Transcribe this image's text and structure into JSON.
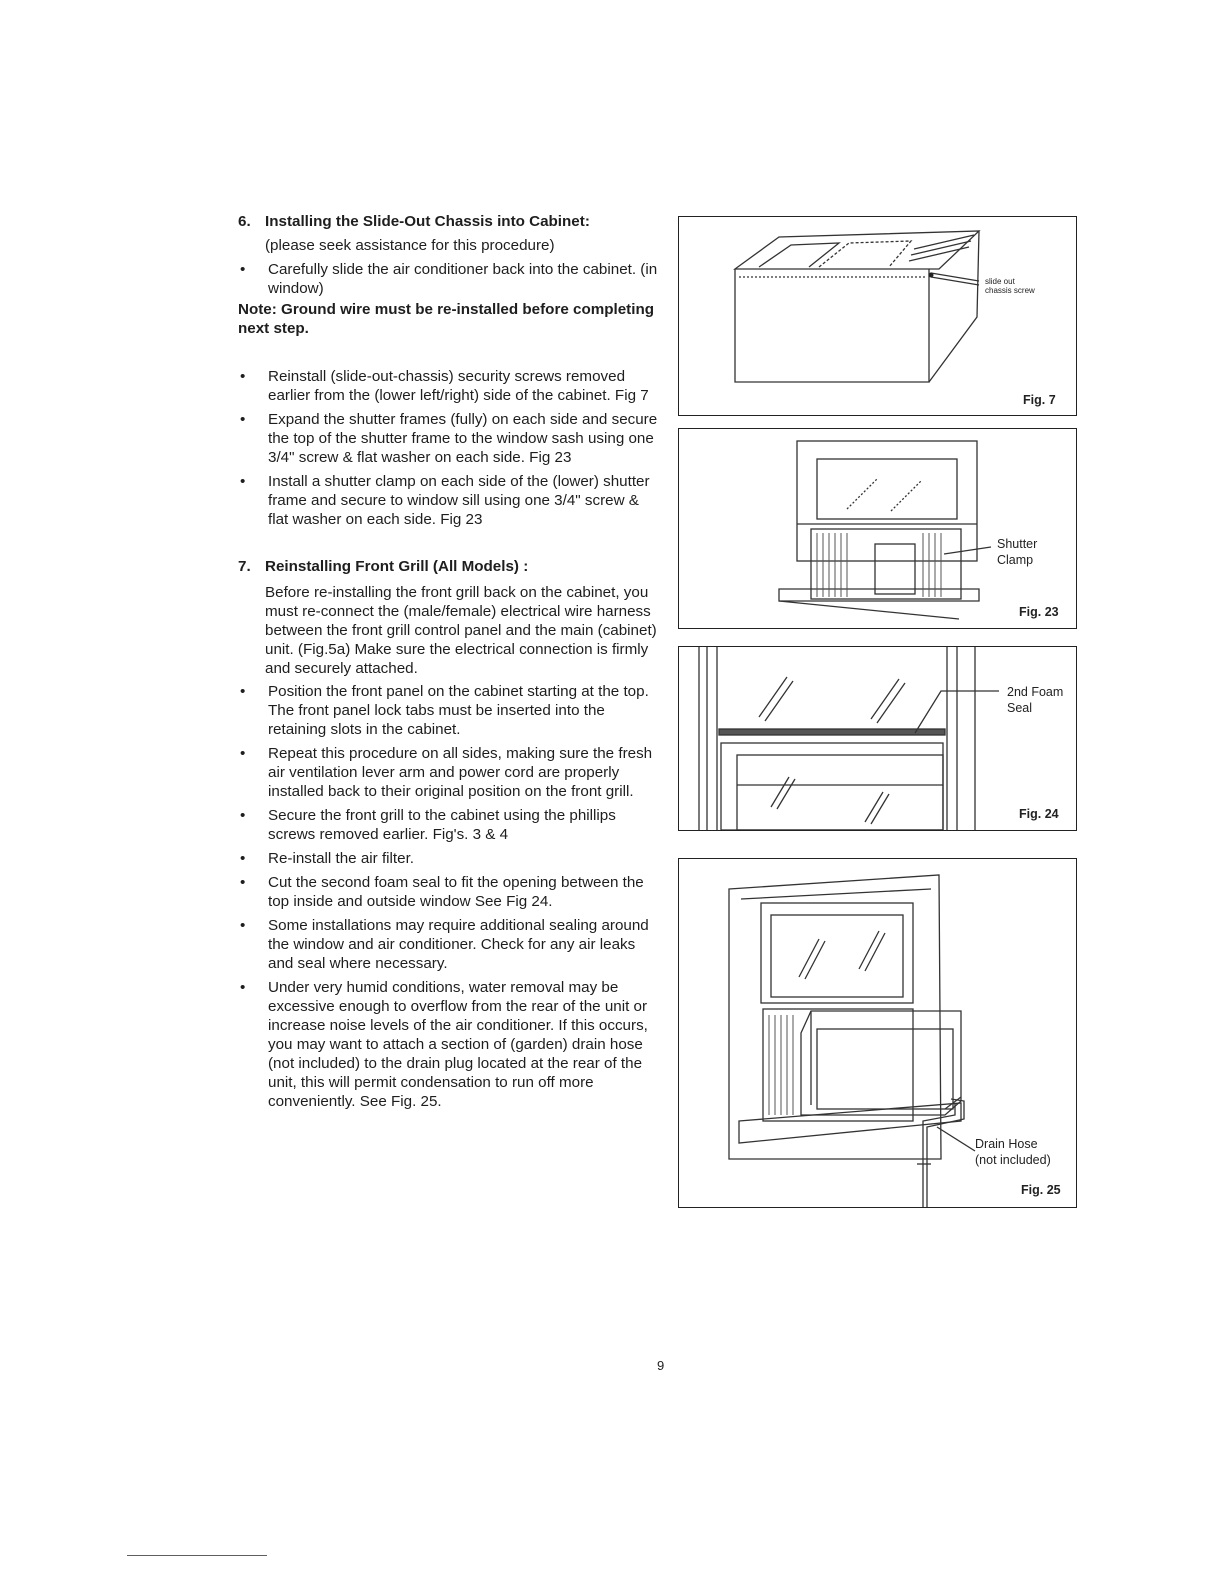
{
  "section6": {
    "number": "6.",
    "title": "Installing the Slide-Out Chassis into Cabinet:",
    "assist": "(please seek assistance for this procedure)",
    "bullet1": "Carefully slide the air conditioner back into the cabinet. (in window)",
    "note": "Note: Ground wire must be re-installed before completing next step.",
    "bullets": [
      "Reinstall (slide-out-chassis) security screws removed earlier from the (lower left/right) side of the cabinet. Fig 7",
      "Expand the shutter frames (fully) on each side and secure the top of the shutter frame to the window sash using one 3/4\" screw & flat washer on each side. Fig 23",
      "Install a shutter clamp on each side of the (lower) shutter frame and secure to window sill using one 3/4\" screw & flat washer on each side. Fig 23"
    ]
  },
  "section7": {
    "number": "7.",
    "title": "Reinstalling Front Grill (All Models) :",
    "intro": "Before re-installing the front grill back on the cabinet, you must re-connect the (male/female) electrical wire harness between the front grill control panel and the main (cabinet) unit. (Fig.5a) Make sure the electrical connection is firmly and securely attached.",
    "bullets": [
      "Position the front panel on the cabinet starting at the top. The front panel lock tabs must be inserted into the retaining slots in the cabinet.",
      "Repeat this procedure on all sides, making sure the fresh air ventilation lever arm and power cord are properly installed back to their original position on the front grill.",
      "Secure the front grill to the cabinet using the phillips screws removed earlier. Fig's. 3 & 4",
      "Re-install the air filter.",
      "Cut the second foam seal to fit the opening between the top inside and outside window See Fig 24.",
      "Some installations may require additional sealing around the window and air conditioner. Check for any air leaks and seal where necessary.",
      "Under very humid conditions, water removal may be excessive enough to overflow from the rear of the unit or increase noise levels of the air conditioner. If this occurs, you may want to attach a section of (garden) drain hose (not included) to the drain plug located at the rear of the unit, this will permit condensation to run off more conveniently. See Fig. 25."
    ]
  },
  "figures": {
    "fig7": {
      "label": "slide out chassis screw",
      "caption": "Fig. 7"
    },
    "fig23": {
      "label_line1": "Shutter",
      "label_line2": "Clamp",
      "caption": "Fig. 23"
    },
    "fig24": {
      "label_line1": "2nd Foam",
      "label_line2": "Seal",
      "caption": "Fig. 24"
    },
    "fig25": {
      "label_line1": "Drain Hose",
      "label_line2": "(not included)",
      "caption": "Fig. 25"
    }
  },
  "page_number": "9"
}
